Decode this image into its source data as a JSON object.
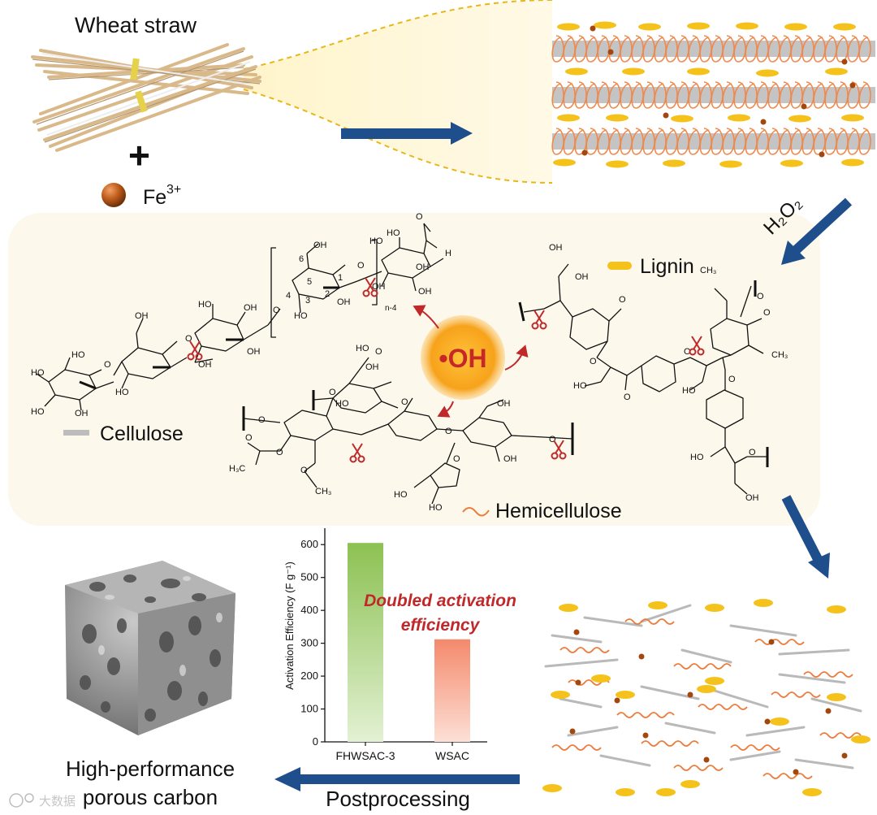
{
  "labels": {
    "wheat_straw": "Wheat straw",
    "plus": "+",
    "fe_base": "Fe",
    "fe_sup": "3+",
    "h2o2": "H₂O₂",
    "lignin": "Lignin",
    "cellulose": "Cellulose",
    "hemicellulose": "Hemicellulose",
    "oh_radical": "•OH",
    "n4": "n-4",
    "high_performance_line1": "High-performance",
    "high_performance_line2": "porous carbon",
    "postprocessing": "Postprocessing",
    "doubled_line1": "Doubled  activation",
    "doubled_line2": "efficiency",
    "watermark": "大数据"
  },
  "colors": {
    "arrow": "#1f4e8c",
    "beige_panel": "#fdf8ec",
    "oh_orange": "#f7a21b",
    "oh_text": "#c62828",
    "annotation_red": "#c0282a",
    "lignin_yellow": "#f4c21a",
    "hemicellulose_orange": "#ee7b3a",
    "cellulose_gray": "#b9b9b9",
    "fe_brown": "#b0501a",
    "bar_green": "#8cc152",
    "bar_orange": "#f4896b"
  },
  "chart_data": {
    "type": "bar",
    "categories": [
      "FHWSAC-3",
      "WSAC"
    ],
    "values": [
      605,
      312
    ],
    "ylabel": "Activation Efficiency (F g⁻¹)",
    "ylim": [
      0,
      650
    ],
    "yticks": [
      0,
      100,
      200,
      300,
      400,
      500,
      600
    ],
    "annotation": "Doubled  activation efficiency",
    "grid": false,
    "legend": "none"
  }
}
